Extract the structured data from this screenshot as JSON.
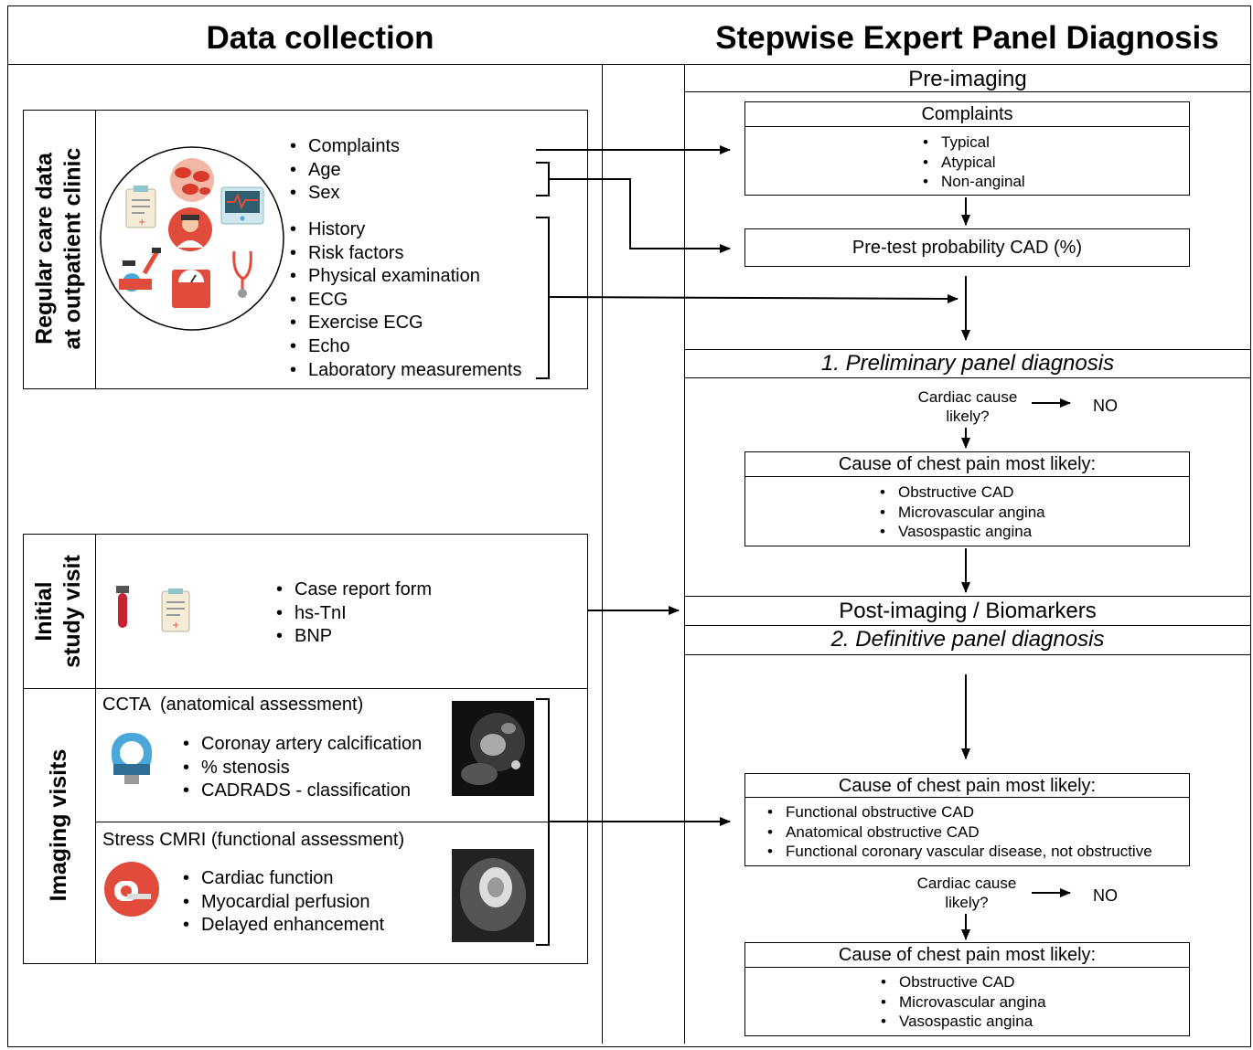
{
  "titles": {
    "left": "Data collection",
    "right": "Stepwise Expert Panel Diagnosis"
  },
  "left": {
    "regular_care": {
      "label_line1": "Regular care data",
      "label_line2": "at outpatient clinic",
      "group1": [
        "Complaints",
        "Age",
        "Sex"
      ],
      "group2": [
        "History",
        "Risk factors",
        "Physical examination",
        "ECG",
        "Exercise ECG",
        "Echo",
        "Laboratory measurements"
      ]
    },
    "initial_visit": {
      "label_line1": "Initial",
      "label_line2": "study visit",
      "items": [
        "Case report form",
        "hs-TnI",
        "BNP"
      ]
    },
    "imaging": {
      "label": "Imaging visits",
      "ccta": {
        "title": "CCTA  (anatomical assessment)",
        "items": [
          "Coronay artery calcification",
          "% stenosis",
          "CADRADS - classification"
        ]
      },
      "cmri": {
        "title": "Stress CMRI (functional assessment)",
        "items": [
          "Cardiac function",
          "Myocardial perfusion",
          "Delayed enhancement"
        ]
      }
    }
  },
  "right": {
    "pre_imaging": "Pre-imaging",
    "complaints": {
      "title": "Complaints",
      "items": [
        "Typical",
        "Atypical",
        "Non-anginal"
      ]
    },
    "pretest": "Pre-test probability CAD (%)",
    "preliminary": "1. Preliminary panel diagnosis",
    "cardiac_q1": {
      "line1": "Cardiac cause",
      "line2": "likely?",
      "no": "NO"
    },
    "cause1": {
      "title": "Cause of chest pain most likely:",
      "items": [
        "Obstructive CAD",
        "Microvascular angina",
        "Vasospastic  angina"
      ]
    },
    "post_imaging": "Post-imaging / Biomarkers",
    "definitive": "2. Definitive panel diagnosis",
    "cause2": {
      "title": "Cause of chest pain most likely:",
      "items": [
        "Functional obstructive CAD",
        "Anatomical obstructive CAD",
        "Functional coronary vascular disease, not obstructive"
      ]
    },
    "cardiac_q2": {
      "line1": "Cardiac cause",
      "line2": "likely?",
      "no": "NO"
    },
    "cause3": {
      "title": "Cause of chest pain most likely:",
      "items": [
        "Obstructive CAD",
        "Microvascular angina",
        "Vasospastic  angina"
      ]
    }
  },
  "icons": [
    "clipboard-icon",
    "blood-cells-icon",
    "monitor-icon",
    "doctor-icon",
    "exercise-bike-icon",
    "scale-icon",
    "stethoscope-icon",
    "blood-tube-icon",
    "ct-scanner-icon",
    "mri-scanner-icon"
  ],
  "colors": {
    "red": "#e14b3c",
    "blue": "#4aa8d8",
    "line": "#000000"
  }
}
